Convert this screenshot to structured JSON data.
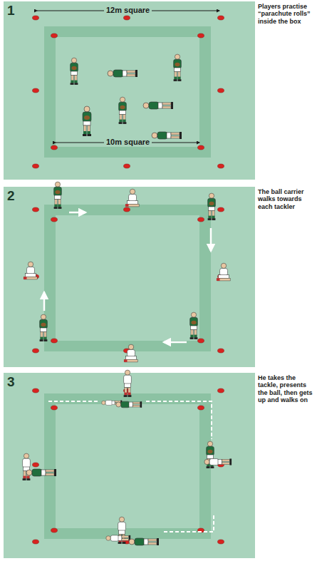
{
  "diagram": {
    "labels": [
      "1",
      "12m square",
      "10m square",
      "Players practise “parachute rolls” inside the box",
      "2",
      "The ball carrier walks towards each tackler",
      "3",
      "He takes the tackle, presents the ball, then gets up and walks on"
    ]
  }
}
